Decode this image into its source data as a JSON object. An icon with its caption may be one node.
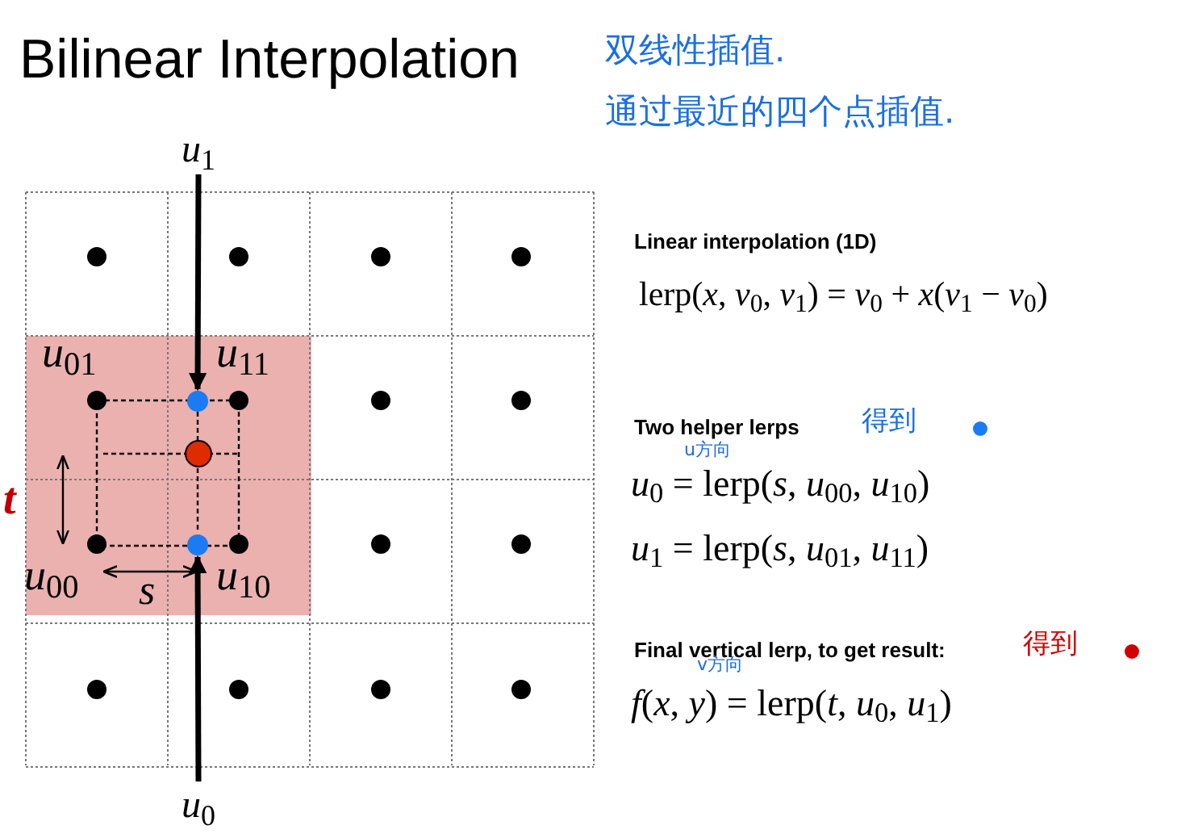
{
  "diagram": {
    "title": "Bilinear Interpolation",
    "nodes": [
      {
        "text": [
          "*u*$_{1}$"
        ]
      },
      {
        "text": [],
        "shape": "circle"
      },
      {
        "text": [
          "*u*$_{0}$"
        ]
      },
      {
        "text": [],
        "shape": "circle"
      }
    ],
    "edges": [
      {
        "from": 0,
        "to": 1,
        "arrow": "to"
      },
      {
        "from": 2,
        "to": 3,
        "arrow": "to"
      },
      {
        "from": 1,
        "to": 3,
        "arrow": "none",
        "style": "dashed"
      }
    ],
    "labels": [
      "双线性插值.",
      "通过最近的四个点插值.",
      "*u*$_{01}$",
      "*u*$_{11}$",
      "Linear interpolation (1D)",
      "lerp(*x*, *v*$_{0}$, *v*$_{1}$) = *v*$_{0}$ + *x*(*v*$_{1}$ − *v*$_{0}$)",
      "t",
      "*u*$_{00}$",
      "s",
      "*u*$_{10}$",
      "Two helper lerps",
      "得到",
      "u方向",
      "*u*$_{0}$ = lerp(*s*, *u*$_{00}$, *u*$_{10}$)",
      "*u*$_{1}$ = lerp(*s*, *u*$_{01}$, *u*$_{11}$)",
      "Final vertical lerp, to get result:",
      "得到",
      "v方向",
      "*f*(*x*, *y*) = lerp(*t*, *u*$_{0}$, *u*$_{1}$)"
    ]
  }
}
